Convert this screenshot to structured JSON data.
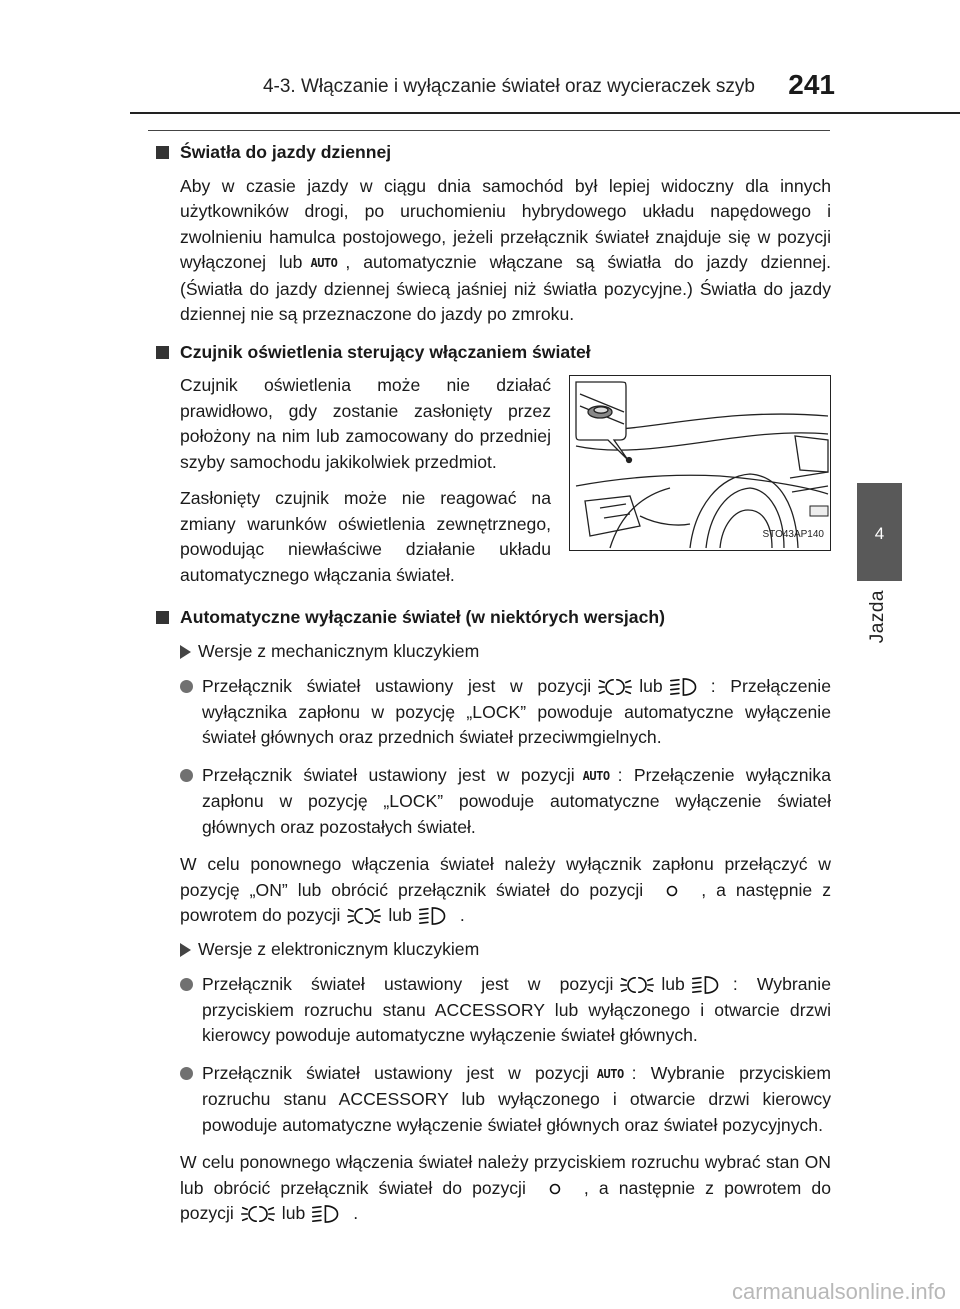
{
  "header": {
    "title": "4-3. Włączanie i wyłączanie świateł oraz wycieraczek szyb",
    "page_number": "241"
  },
  "side_tab": {
    "number": "4",
    "label": "Jazda"
  },
  "icons": {
    "auto": "AUTO",
    "side": "side-light-icon",
    "head": "headlight-icon",
    "off": "off-position-icon"
  },
  "sections": {
    "drl": {
      "title": "Światła do jazdy dziennej",
      "p1_a": "Aby w czasie jazdy w ciągu dnia samochód był lepiej widoczny dla innych użytkowników drogi, po uruchomieniu hybrydowego układu napędowego i zwolnieniu hamulca postojowego, jeżeli przełącznik świateł znajduje się w pozycji wyłączonej lub",
      "p1_b": ", automatycznie włączane są światła do jazdy dziennej. (Światła do jazdy dziennej świecą jaśniej niż światła pozycyjne.) Światła do jazdy dziennej nie są przeznaczone do jazdy po zmroku."
    },
    "sensor": {
      "title": "Czujnik oświetlenia sterujący włączaniem świateł",
      "p1": "Czujnik oświetlenia może nie działać prawidłowo, gdy zostanie zasłonięty przez położony na nim lub zamocowany do przedniej szyby samochodu jakikolwiek przedmiot.",
      "p2": "Zasłonięty czujnik może nie reagować na zmiany warunków oświetlenia zewnętrznego, powodując niewłaściwe działanie układu automatycznego włączania świateł.",
      "figure_code": "STO43AP140"
    },
    "auto_off": {
      "title": "Automatyczne wyłączanie świateł (w niektórych wersjach)",
      "mech_label": "Wersje z mechanicznym kluczykiem",
      "mech_b1_a": "Przełącznik świateł ustawiony jest w pozycji",
      "mech_b1_lub": "lub",
      "mech_b1_b": ": Przełączenie wyłącznika zapłonu w pozycję „LOCK” powoduje automatyczne wyłączenie świateł głównych oraz przednich świateł przeciwmgielnych.",
      "mech_b2_a": "Przełącznik świateł ustawiony jest w pozycji",
      "mech_b2_b": ": Przełączenie wyłącznika zapłonu w pozycję „LOCK” powoduje automatyczne wyłączenie świateł głównych oraz pozostałych świateł.",
      "mech_p_a": "W celu ponownego włączenia świateł należy wyłącznik zapłonu przełączyć w pozycję „ON” lub obrócić przełącznik świateł do pozycji",
      "mech_p_b": ", a następnie z powrotem do pozycji",
      "mech_p_lub": "lub",
      "mech_p_end": ".",
      "elec_label": "Wersje z elektronicznym kluczykiem",
      "elec_b1_a": "Przełącznik świateł ustawiony jest w pozycji",
      "elec_b1_lub": "lub",
      "elec_b1_b": ": Wybranie przyciskiem rozruchu stanu ACCESSORY lub wyłączonego i otwarcie drzwi kierowcy powoduje automatyczne wyłączenie świateł głównych.",
      "elec_b2_a": "Przełącznik świateł ustawiony jest w pozycji",
      "elec_b2_b": ": Wybranie przyciskiem rozruchu stanu ACCESSORY lub wyłączonego i otwarcie drzwi kierowcy powoduje automatyczne wyłączenie świateł głównych oraz świateł pozycyjnych.",
      "elec_p_a": "W celu ponownego włączenia świateł należy przyciskiem rozruchu wybrać stan ON lub obrócić przełącznik świateł do pozycji",
      "elec_p_b": ", a następnie z powrotem do pozycji",
      "elec_p_lub": "lub",
      "elec_p_end": "."
    }
  },
  "watermark": "carmanualsonline.info"
}
